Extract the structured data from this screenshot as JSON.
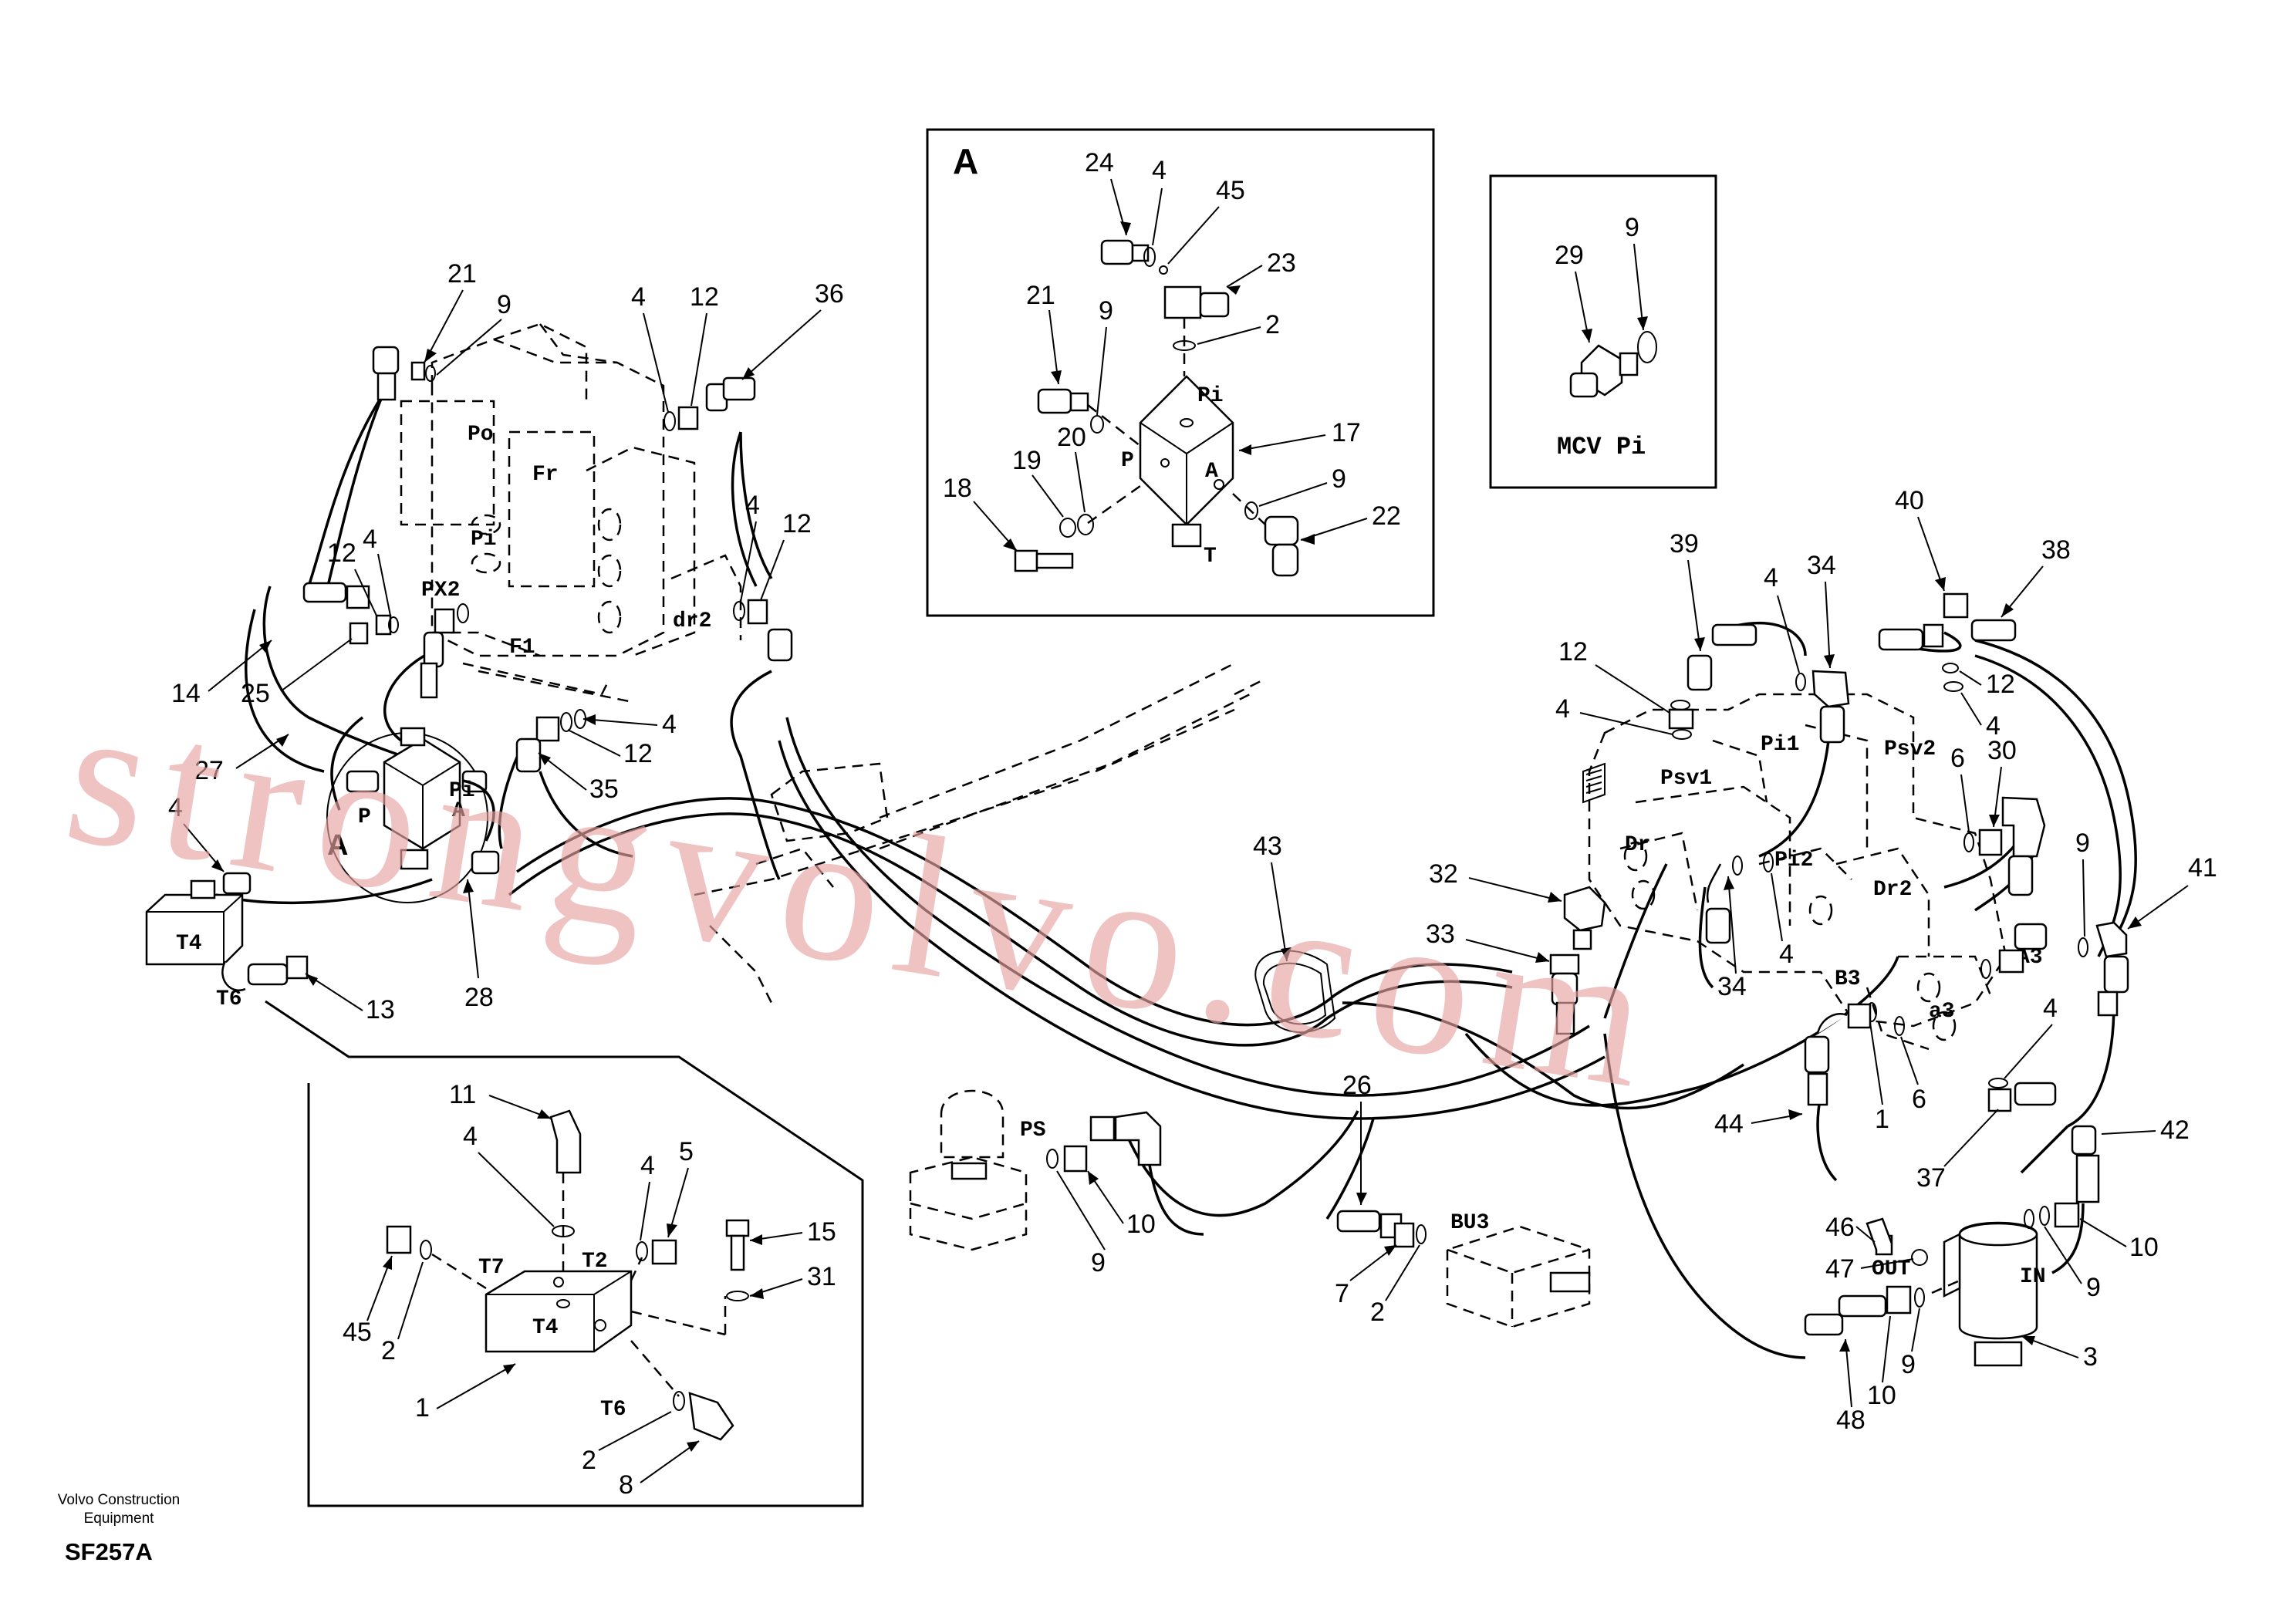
{
  "detail_a": {
    "title": "A",
    "ports": {
      "pi": "Pi",
      "p": "P",
      "a": "A",
      "t": "T"
    },
    "callouts": [
      "24",
      "4",
      "45",
      "23",
      "2",
      "21",
      "9",
      "17",
      "20",
      "19",
      "18",
      "9",
      "22"
    ]
  },
  "detail_mcv": {
    "label": "MCV Pi",
    "callouts": [
      "29",
      "9"
    ]
  },
  "left_valve": {
    "ports": {
      "po": "Po",
      "fr": "Fr",
      "pi": "Pi",
      "px2": "PX2",
      "f1": "F1",
      "dr2": "dr2"
    },
    "callouts": [
      "21",
      "9",
      "4",
      "12",
      "36",
      "12",
      "4",
      "12",
      "4",
      "14",
      "25",
      "27",
      "4",
      "12",
      "35"
    ]
  },
  "solenoid_small": {
    "ports": {
      "pi": "Pi",
      "p": "P",
      "a": "A"
    },
    "view_label": "A"
  },
  "block_left": {
    "ports": {
      "t4": "T4",
      "t6": "T6"
    },
    "callouts": [
      "4",
      "13",
      "28"
    ]
  },
  "detail_block": {
    "ports": {
      "t7": "T7",
      "t2": "T2",
      "t4": "T4",
      "t6": "T6"
    },
    "callouts": [
      "11",
      "4",
      "4",
      "5",
      "15",
      "31",
      "45",
      "2",
      "1",
      "2",
      "8"
    ]
  },
  "center": {
    "ports": {
      "ps": "PS",
      "bu3": "BU3"
    },
    "callouts": [
      "43",
      "9",
      "10",
      "26",
      "7",
      "2"
    ]
  },
  "right_valve": {
    "ports": {
      "psv1": "Psv1",
      "pi1": "Pi1",
      "psv2": "Psv2",
      "dr": "Dr",
      "pi2": "Pi2",
      "dr2": "Dr2",
      "a3": "A3",
      "b3": "B3",
      "a3b": "a3"
    },
    "callouts": [
      "39",
      "4",
      "34",
      "40",
      "38",
      "12",
      "4",
      "12",
      "4",
      "6",
      "30",
      "32",
      "33",
      "34",
      "4",
      "9",
      "41",
      "1",
      "6",
      "4",
      "44",
      "37",
      "42"
    ]
  },
  "filter": {
    "ports": {
      "out": "OUT",
      "in": "IN"
    },
    "callouts": [
      "46",
      "47",
      "9",
      "10",
      "3",
      "48",
      "10",
      "9"
    ]
  },
  "footer": {
    "company_line1": "Volvo Construction",
    "company_line2": "Equipment",
    "code": "SF257A"
  },
  "watermark": "strongvolvo.com"
}
